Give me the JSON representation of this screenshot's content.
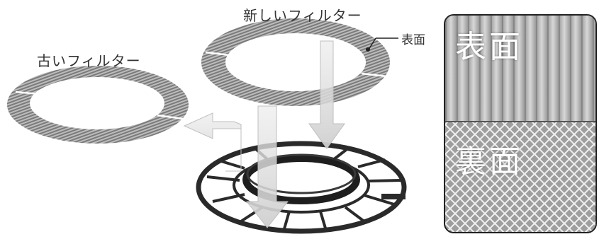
{
  "labels": {
    "new_filter": "新しいフィルター",
    "old_filter": "古いフィルター",
    "surface_callout": "表面"
  },
  "panel": {
    "front_label": "表面",
    "back_label": "裏面"
  },
  "colors": {
    "filter_gray": "#8a8a8a",
    "arrow_fill": "#d9d9d9",
    "frame_dark": "#2a2a2a",
    "text": "#333333"
  }
}
